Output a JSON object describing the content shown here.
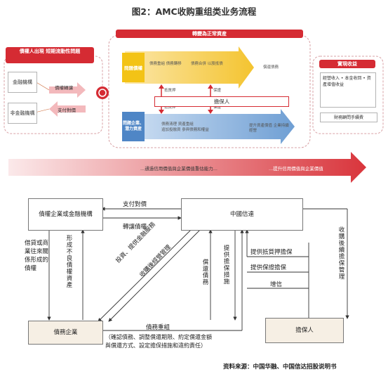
{
  "title": "图2：AMC收购重组类业务流程",
  "source": "资料来源：中国华融、中国信达招股说明书",
  "top_diagram": {
    "left_header": "債權人出現 短期流動性問題",
    "right_center_header": "轉變為正常資産",
    "realize_header": "實現收益",
    "financial_institution": "金融機構",
    "non_financial_institution": "非金融機構",
    "debt_transfer": "債權轉讓",
    "payment": "支付對價",
    "problem_assets": "問題債權",
    "problem_enterprise": "問題企業、潛力資産",
    "step1a": "債務重組 債務轉移",
    "step1b": "債務合併 以股抵債",
    "step1c": "償還債務",
    "step2a": "債務清理 資產重組",
    "step2b": "追加投融資 參與債務和權益",
    "step2c": "提升資產價值 企業持續經營",
    "collateral1": "抵質押",
    "guarantee1": "保證",
    "collateral2": "抵質押",
    "guarantee2": "保證",
    "guarantor": "擔保人",
    "realize_items": "經營收入 • 本金收回 • 資產增值收益",
    "realize_bottom": "財務顧問手續費",
    "banner_left": "...通過信用價值與企業價值重估能力...",
    "banner_right": "...提升信用價值與企業價值"
  },
  "bottom_diagram": {
    "creditor": "債權企業或金融機構",
    "cinda": "中國信達",
    "debtor": "債務企業",
    "guarantor": "擔保人",
    "pay_consideration": "支付對價",
    "transfer_debt": "轉讓債權",
    "loan_relation": "借貸或商業往來關係形成的債權",
    "bad_assets": "形成不良債權資產",
    "invest_services": "投資、提供金融服務",
    "acquire_manage": "收購後經營管理",
    "repay_debt": "償還債務",
    "provide_guarantee_measures": "提供擔保措施",
    "acquire_guarantee_manage": "收購後續擔保管理",
    "provide_collateral": "提供抵質押擔保",
    "provide_guarantee": "提供保證擔保",
    "credit_enhance": "增信",
    "restructure": "債務重組",
    "restructure_detail_1": "（確認債務、調整償還期限、約定償還金額",
    "restructure_detail_2": "與償還方式、設定擔保措施和違約責任）"
  },
  "colors": {
    "red": "#d52b33",
    "yellow": "#f3c316",
    "blue": "#4f86c6"
  }
}
